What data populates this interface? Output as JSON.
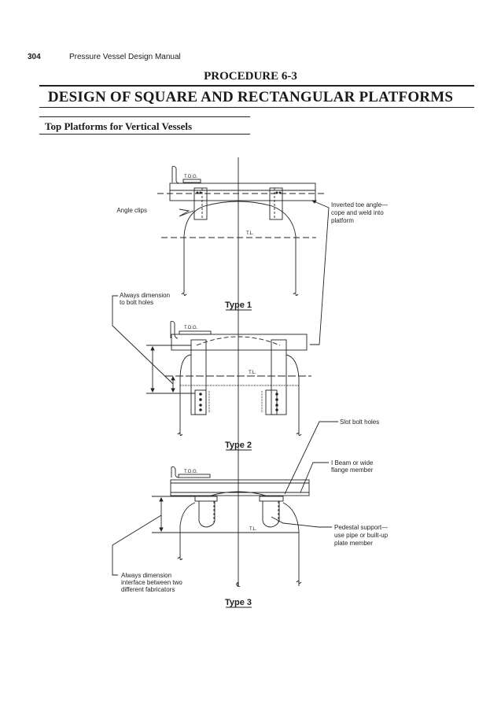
{
  "header": {
    "page_number": "304",
    "book_title": "Pressure Vessel Design Manual"
  },
  "procedure": "PROCEDURE 6-3",
  "title": "DESIGN OF SQUARE AND RECTANGULAR PLATFORMS",
  "subtitle": "Top Platforms for Vertical Vessels",
  "diagram": {
    "type1": {
      "label": "Type 1",
      "tog": "T.O.G.",
      "tl": "T.L.",
      "angle_clips": "Angle clips",
      "inverted_toe": [
        "Inverted toe angle—",
        "cope and weld into",
        "platform"
      ],
      "dimension_note": [
        "Always dimension",
        "to bolt holes"
      ]
    },
    "type2": {
      "label": "Type 2",
      "tog": "T.O.G.",
      "tl": "T.L.",
      "slot_bolt_holes": "Slot bolt holes"
    },
    "type3": {
      "label": "Type 3",
      "tog": "T.O.G.",
      "tl": "T.L.",
      "centerline": "℄",
      "i_beam": [
        "I Beam or wide",
        "flange member"
      ],
      "pedestal": [
        "Pedestal support—",
        "use pipe or built-up",
        "plate member"
      ],
      "interface_note": [
        "Always dimension",
        "interface between two",
        "different fabricators"
      ]
    }
  }
}
